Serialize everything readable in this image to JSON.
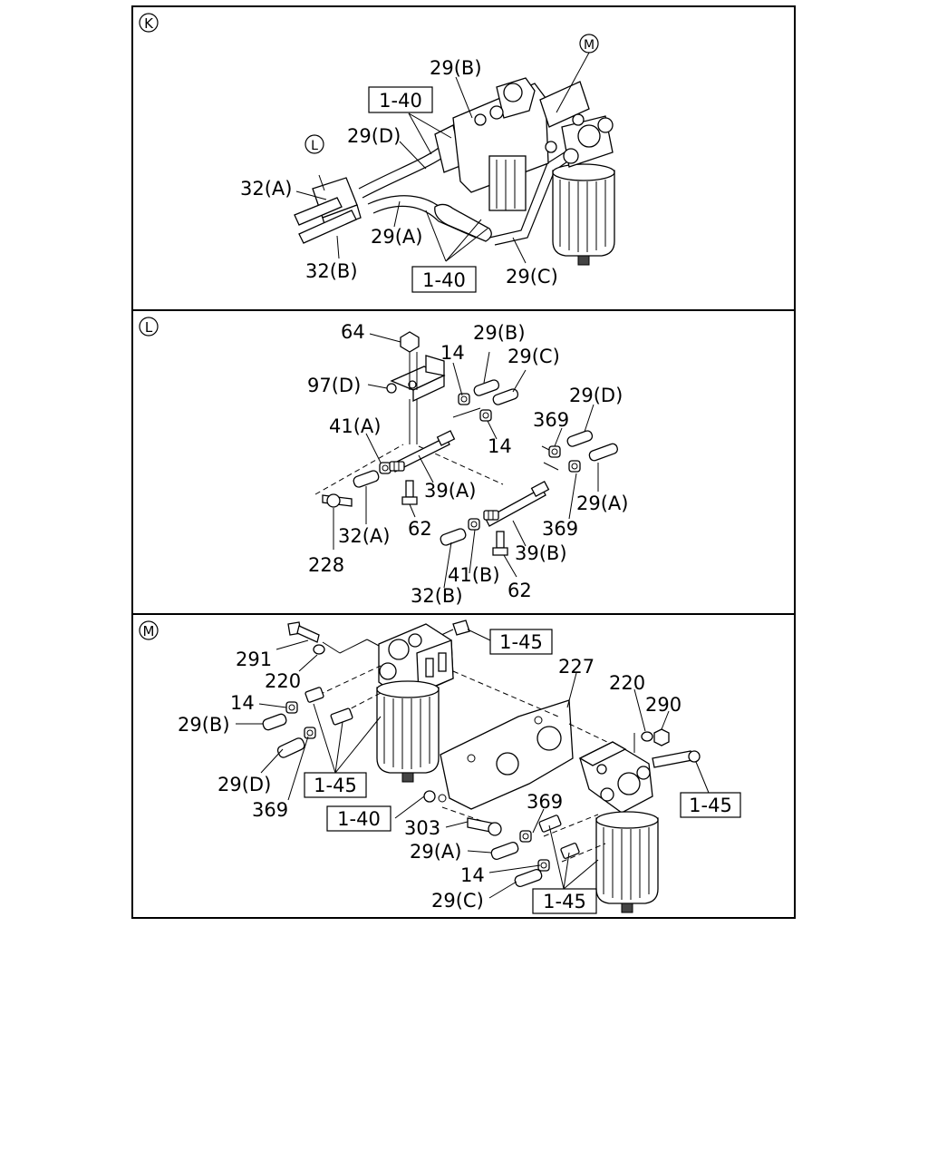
{
  "panels": {
    "K": {
      "letter": "K",
      "labels": {
        "l_29b": "29(B)",
        "l_140a": "1-40",
        "l_29d": "29(D)",
        "l_32a": "32(A)",
        "l_29a": "29(A)",
        "l_32b": "32(B)",
        "l_140b": "1-40",
        "l_29c": "29(C)"
      },
      "callouts": {
        "L": "L",
        "M": "M"
      }
    },
    "L": {
      "letter": "L",
      "labels": {
        "l_64": "64",
        "l_29b": "29(B)",
        "l_14a": "14",
        "l_29c": "29(C)",
        "l_97d": "97(D)",
        "l_29d": "29(D)",
        "l_369a": "369",
        "l_14b": "14",
        "l_41a": "41(A)",
        "l_39a": "39(A)",
        "l_29a": "29(A)",
        "l_32a": "32(A)",
        "l_62a": "62",
        "l_369b": "369",
        "l_228": "228",
        "l_39b": "39(B)",
        "l_41b": "41(B)",
        "l_62b": "62",
        "l_32b": "32(B)"
      }
    },
    "M": {
      "letter": "M",
      "labels": {
        "l_291": "291",
        "l_145a": "1-45",
        "l_220a": "220",
        "l_227": "227",
        "l_220b": "220",
        "l_290": "290",
        "l_14a": "14",
        "l_29b": "29(B)",
        "l_29d": "29(D)",
        "l_145b": "1-45",
        "l_369a": "369",
        "l_145c": "1-45",
        "l_369b": "369",
        "l_140": "1-40",
        "l_303": "303",
        "l_29a": "29(A)",
        "l_14b": "14",
        "l_29c": "29(C)",
        "l_145d": "1-45"
      }
    }
  }
}
